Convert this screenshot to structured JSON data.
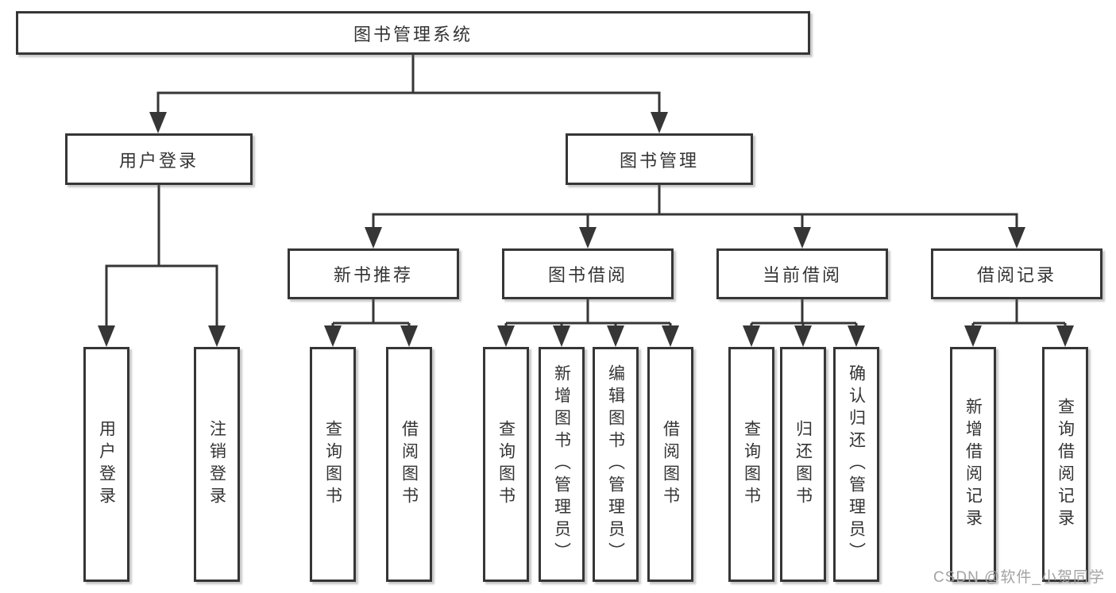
{
  "diagram": {
    "title": "图书管理系统",
    "colors": {
      "line": "#363636",
      "text": "#343434",
      "box_fill": "#ffffff",
      "watermark": "#a3a3a3"
    },
    "nodes": {
      "root": {
        "label": "图书管理系统"
      },
      "level2": [
        {
          "label": "用户登录"
        },
        {
          "label": "图书管理"
        }
      ],
      "level3": [
        {
          "label": "新书推荐"
        },
        {
          "label": "图书借阅"
        },
        {
          "label": "当前借阅"
        },
        {
          "label": "借阅记录"
        }
      ],
      "leaves": {
        "user_login": [
          "用户登录",
          "注销登录"
        ],
        "new_books": [
          "查询图书",
          "借阅图书"
        ],
        "book_borrow": [
          "查询图书",
          "新增图书（管理员）",
          "编辑图书（管理员）",
          "借阅图书"
        ],
        "current_borrow": [
          "查询图书",
          "归还图书",
          "确认归还（管理员）"
        ],
        "borrow_records": [
          "新增借阅记录",
          "查询借阅记录"
        ]
      }
    },
    "watermark": {
      "text": "CSDN @软件_小贺同学"
    }
  }
}
